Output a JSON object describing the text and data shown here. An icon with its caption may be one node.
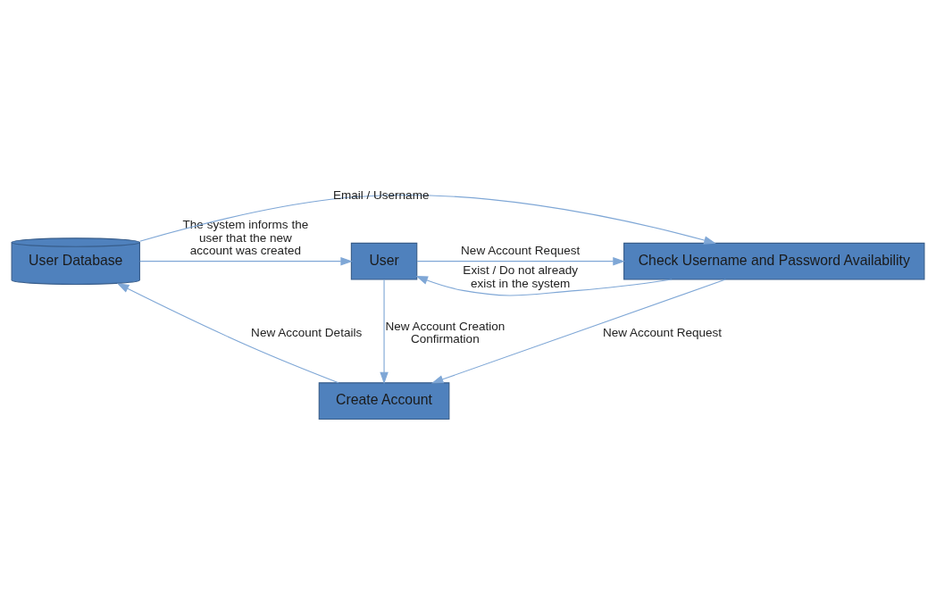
{
  "diagram": {
    "nodes": [
      {
        "text": [
          "User"
        ]
      },
      {
        "text": [
          "Check Username and Password Availability"
        ]
      },
      {
        "text": [
          "User Database"
        ]
      },
      {
        "text": [
          "Create Account"
        ]
      }
    ],
    "edges": [
      {
        "from": 2,
        "to": 0,
        "arrow": "to",
        "label": "The system informs the user that the new account was created"
      },
      {
        "from": 0,
        "to": 1,
        "arrow": "to",
        "label": "New Account Request"
      },
      {
        "from": 1,
        "to": 0,
        "arrow": "to",
        "label": "Exist / Do not already exist in the system"
      },
      {
        "from": 2,
        "to": 1,
        "arrow": "to",
        "label": "Email / Username"
      },
      {
        "from": 1,
        "to": 3,
        "arrow": "to",
        "label": "New Account Request"
      },
      {
        "from": 0,
        "to": 3,
        "arrow": "to",
        "label": "New Account Creation Confirmation"
      },
      {
        "from": 3,
        "to": 2,
        "arrow": "to",
        "label": "New Account Details"
      }
    ]
  }
}
